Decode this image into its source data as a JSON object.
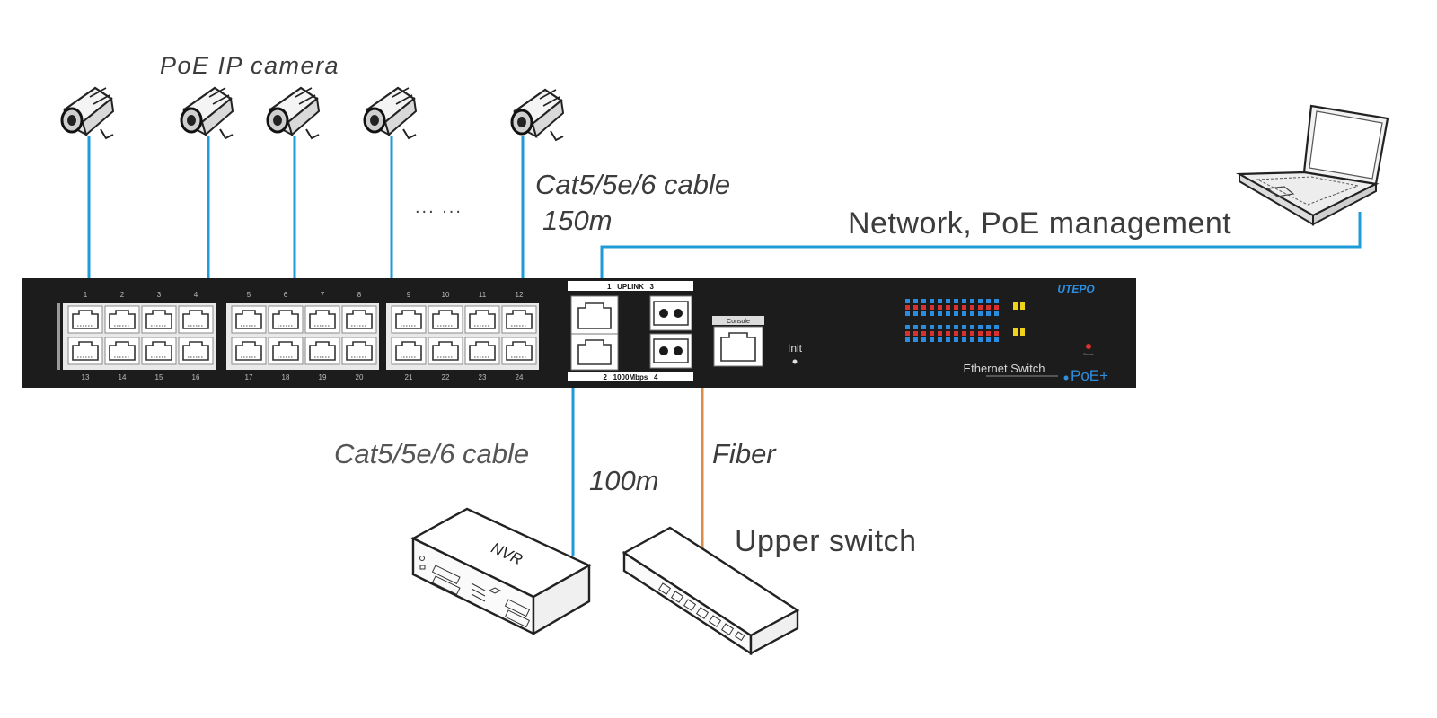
{
  "labels": {
    "poe_camera": "PoE IP camera",
    "camera_cable": "Cat5/5e/6 cable",
    "camera_distance": "150m",
    "ellipsis": "... ...",
    "network_mgmt": "Network, PoE management",
    "nvr_cable": "Cat5/5e/6 cable",
    "nvr_distance": "100m",
    "fiber": "Fiber",
    "upper_switch": "Upper switch"
  },
  "switch": {
    "brand": "UTEPO",
    "model_text": "Ethernet Switch",
    "poe_badge": "PoE+",
    "uplink_top": "1   UPLINK   3",
    "uplink_bottom": "2   1000Mbps   4",
    "console": "Console",
    "init": "Init",
    "power": "Power",
    "ports_top": [
      "1",
      "2",
      "3",
      "4",
      "5",
      "6",
      "7",
      "8",
      "9",
      "10",
      "11",
      "12"
    ],
    "ports_bottom": [
      "13",
      "14",
      "15",
      "16",
      "17",
      "18",
      "19",
      "20",
      "21",
      "22",
      "23",
      "24"
    ]
  },
  "nvr_label": "NVR",
  "colors": {
    "poe_cable": "#1f9bd7",
    "fiber_cable": "#d98c4a",
    "switch_body": "#1c1c1c",
    "led_blue": "#2b8de0",
    "led_red": "#d8312f",
    "led_yellow": "#f0d21a",
    "brand_blue": "#2e8fe0"
  },
  "icons": [
    "camera-icon",
    "laptop-icon",
    "nvr-icon",
    "upper-switch-icon",
    "rj45-port-icon",
    "sfp-port-icon"
  ]
}
